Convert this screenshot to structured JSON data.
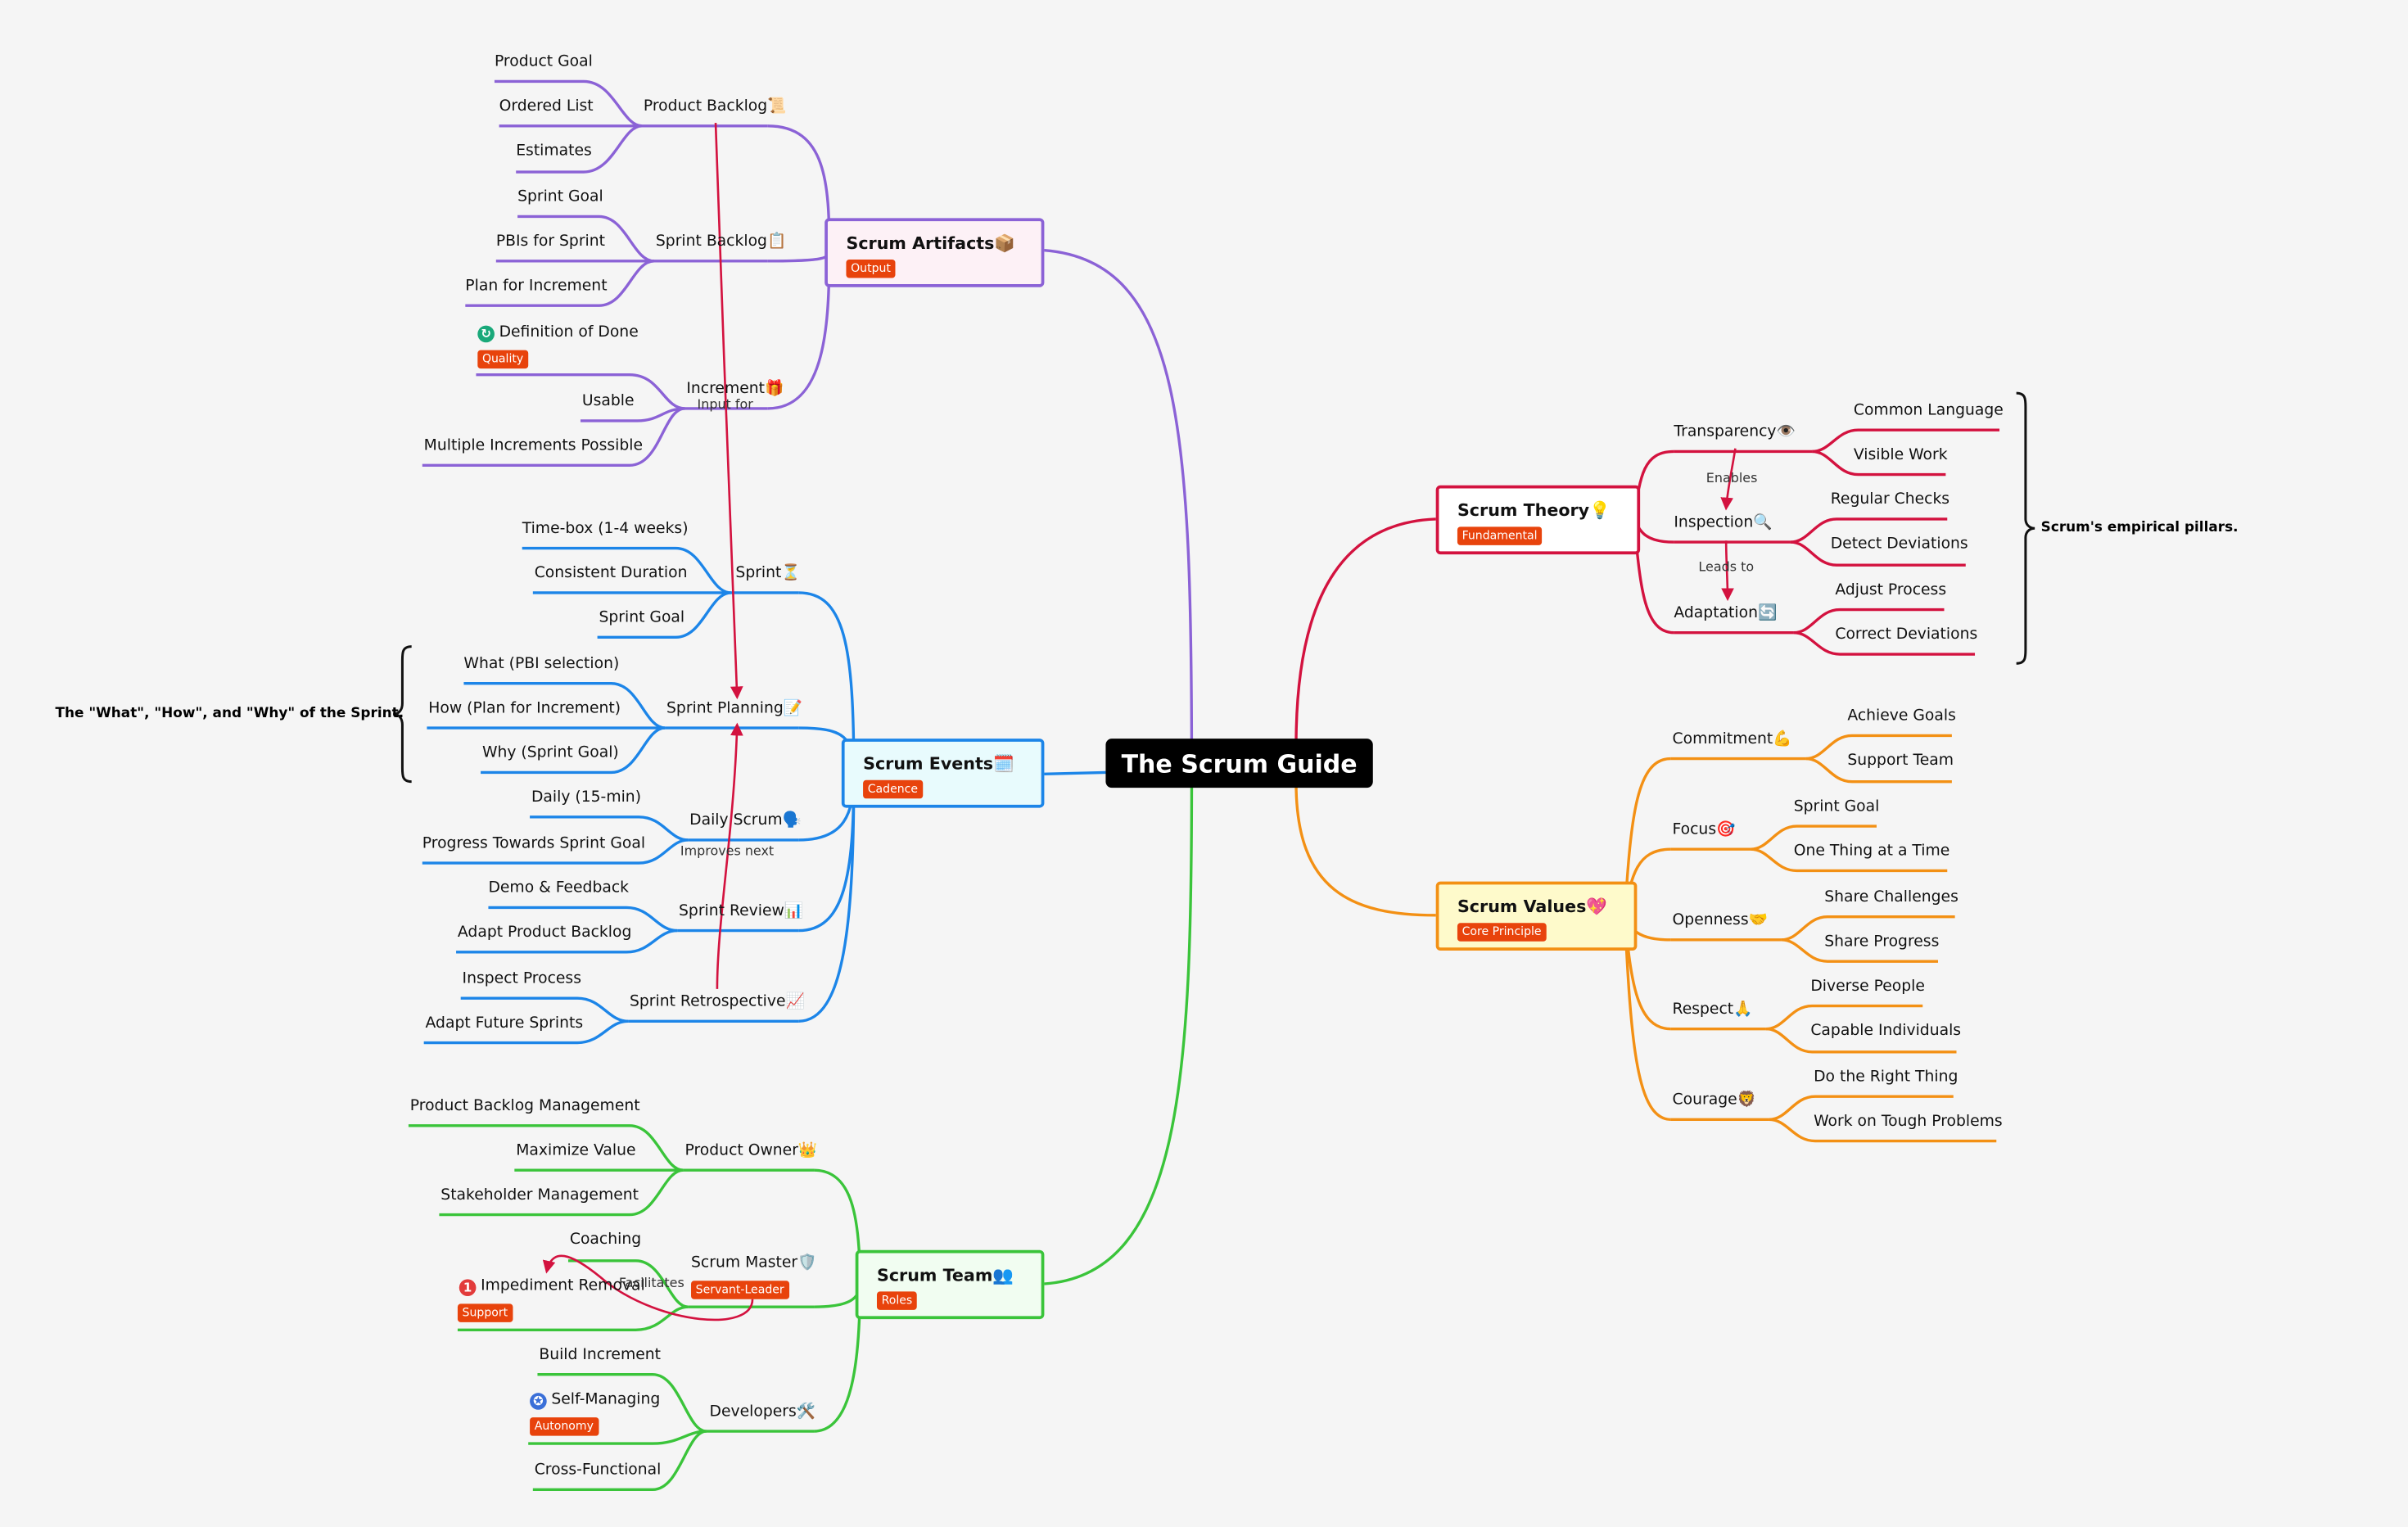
{
  "root": {
    "label": "The Scrum Guide"
  },
  "branches": {
    "artifacts": {
      "title": "Scrum Artifacts📦",
      "tag": "Output",
      "color": "#8b62d6",
      "fill": "#fdf1f6",
      "children": [
        {
          "label": "Product Backlog📜",
          "items": [
            "Product Goal",
            "Ordered List",
            "Estimates"
          ]
        },
        {
          "label": "Sprint Backlog📋",
          "items": [
            "Sprint Goal",
            "PBIs for Sprint",
            "Plan for Increment"
          ]
        },
        {
          "label": "Increment🎁",
          "items": [
            "Definition of Done",
            "Usable",
            "Multiple Increments Possible"
          ],
          "item_tag": "Quality"
        }
      ]
    },
    "events": {
      "title": "Scrum Events🗓️",
      "tag": "Cadence",
      "color": "#1c85e8",
      "fill": "#e8fbfd",
      "children": [
        {
          "label": "Sprint⏳",
          "items": [
            "Time-box (1-4 weeks)",
            "Consistent Duration",
            "Sprint Goal"
          ]
        },
        {
          "label": "Sprint Planning📝",
          "items": [
            "What (PBI selection)",
            "How (Plan for Increment)",
            "Why (Sprint Goal)"
          ]
        },
        {
          "label": "Daily Scrum🗣️",
          "items": [
            "Daily (15-min)",
            "Progress Towards Sprint Goal"
          ]
        },
        {
          "label": "Sprint Review📊",
          "items": [
            "Demo & Feedback",
            "Adapt Product Backlog"
          ]
        },
        {
          "label": "Sprint Retrospective📈",
          "items": [
            "Inspect Process",
            "Adapt Future Sprints"
          ]
        }
      ]
    },
    "team": {
      "title": "Scrum Team👥",
      "tag": "Roles",
      "color": "#3ac43a",
      "fill": "#f1fdf1",
      "children": [
        {
          "label": "Product Owner👑",
          "items": [
            "Product Backlog Management",
            "Maximize Value",
            "Stakeholder Management"
          ]
        },
        {
          "label": "Scrum Master🛡️",
          "tag": "Servant-Leader",
          "items": [
            "Coaching",
            "Impediment Removal"
          ],
          "item_tag": "Support"
        },
        {
          "label": "Developers🛠️",
          "items": [
            "Build Increment",
            "Self-Managing",
            "Cross-Functional"
          ],
          "item_tag": "Autonomy"
        }
      ]
    },
    "theory": {
      "title": "Scrum Theory💡",
      "tag": "Fundamental",
      "color": "#d3123f",
      "fill": "#ffffff",
      "children": [
        {
          "label": "Transparency👁️",
          "items": [
            "Common Language",
            "Visible Work"
          ]
        },
        {
          "label": "Inspection🔍",
          "items": [
            "Regular Checks",
            "Detect Deviations"
          ]
        },
        {
          "label": "Adaptation🔄",
          "items": [
            "Adjust Process",
            "Correct Deviations"
          ]
        }
      ]
    },
    "values": {
      "title": "Scrum Values💖",
      "tag": "Core Principle",
      "color": "#f39014",
      "fill": "#fefacb",
      "children": [
        {
          "label": "Commitment💪",
          "items": [
            "Achieve Goals",
            "Support Team"
          ]
        },
        {
          "label": "Focus🎯",
          "items": [
            "Sprint Goal",
            "One Thing at a Time"
          ]
        },
        {
          "label": "Openness🤝",
          "items": [
            "Share Challenges",
            "Share Progress"
          ]
        },
        {
          "label": "Respect🙏",
          "items": [
            "Diverse People",
            "Capable Individuals"
          ]
        },
        {
          "label": "Courage🦁",
          "items": [
            "Do the Right Thing",
            "Work on Tough Problems"
          ]
        }
      ]
    }
  },
  "relationships": [
    "Input for",
    "Improves next",
    "Facilitates",
    "Enables",
    "Leads to"
  ],
  "summaries": {
    "planning": "The \"What\", \"How\", and \"Why\" of the Sprint.",
    "theory": "Scrum's empirical pillars."
  },
  "markers": {
    "dod": "↻",
    "impediment": "1",
    "self": "✪"
  },
  "relation_color": "#d3123f"
}
